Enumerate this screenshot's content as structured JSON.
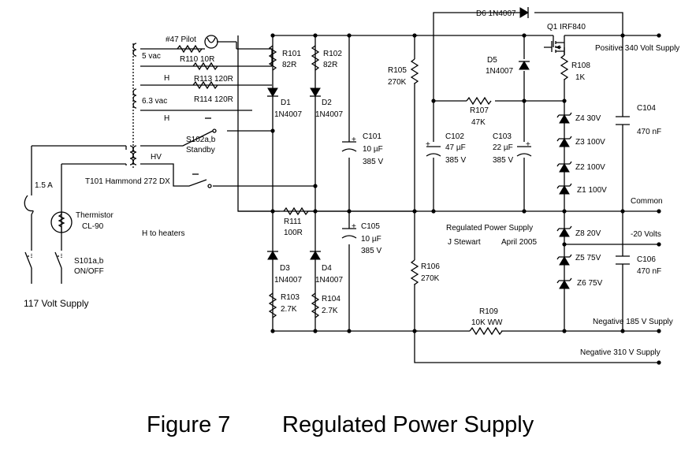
{
  "caption": {
    "figure": "Figure 7",
    "title": "Regulated Power Supply"
  },
  "inputs": {
    "supply": "117 Volt Supply",
    "fuse": "1.5 A",
    "thermistor": [
      "Thermistor",
      "CL-90"
    ],
    "switch_main": [
      "S101a,b",
      "ON/OFF"
    ],
    "heaters_note": "H to heaters"
  },
  "transformer": {
    "name": "T101 Hammond 272 DX",
    "pilot": "#47 Pilot",
    "w5": "5 vac",
    "w63": "6.3 vac",
    "hv": "HV",
    "h_top": "H",
    "h_bot": "H",
    "r110": "R110 10R",
    "r113": "R113 120R",
    "r114": "R114 120R",
    "standby": [
      "S102a,b",
      "Standby"
    ]
  },
  "rectifier": {
    "r101": [
      "R101",
      "82R"
    ],
    "r102": [
      "R102",
      "82R"
    ],
    "d1": [
      "D1",
      "1N4007"
    ],
    "d2": [
      "D2",
      "1N4007"
    ],
    "d3": [
      "D3",
      "1N4007"
    ],
    "d4": [
      "D4",
      "1N4007"
    ],
    "r103": [
      "R103",
      "2.7K"
    ],
    "r104": [
      "R104",
      "2.7K"
    ],
    "r111": [
      "R111",
      "100R"
    ]
  },
  "filter": {
    "c101": [
      "C101",
      "10 µF",
      "385 V"
    ],
    "c105": [
      "C105",
      "10 µF",
      "385 V"
    ],
    "r105": [
      "R105",
      "270K"
    ],
    "r106": [
      "R106",
      "270K"
    ],
    "c102": [
      "C102",
      "47 µF",
      "385 V"
    ],
    "c103": [
      "C103",
      "22 µF",
      "385 V"
    ],
    "r107": [
      "R107",
      "47K"
    ],
    "d5": [
      "D5",
      "1N4007"
    ],
    "d6": "D6 1N4007",
    "q1": "Q1  IRF840",
    "r108": [
      "R108",
      "1K"
    ],
    "r109": [
      "R109",
      "10K WW"
    ]
  },
  "zeners": {
    "z4": "Z4  30V",
    "z3": "Z3  100V",
    "z2": "Z2  100V",
    "z1": "Z1  100V",
    "z8": "Z8 20V",
    "z5": "Z5  75V",
    "z6": "Z6  75V",
    "c104": [
      "C104",
      "470 nF"
    ],
    "c106": [
      "C106",
      "470 nF"
    ]
  },
  "outputs": {
    "pos340": "Positive 340 Volt Supply",
    "common": "Common",
    "neg20": "-20 Volts",
    "neg185": "Negative 185 V Supply",
    "neg310": "Negative 310 V Supply"
  },
  "credit": [
    "Regulated Power Supply",
    "J Stewart",
    "April 2005"
  ]
}
